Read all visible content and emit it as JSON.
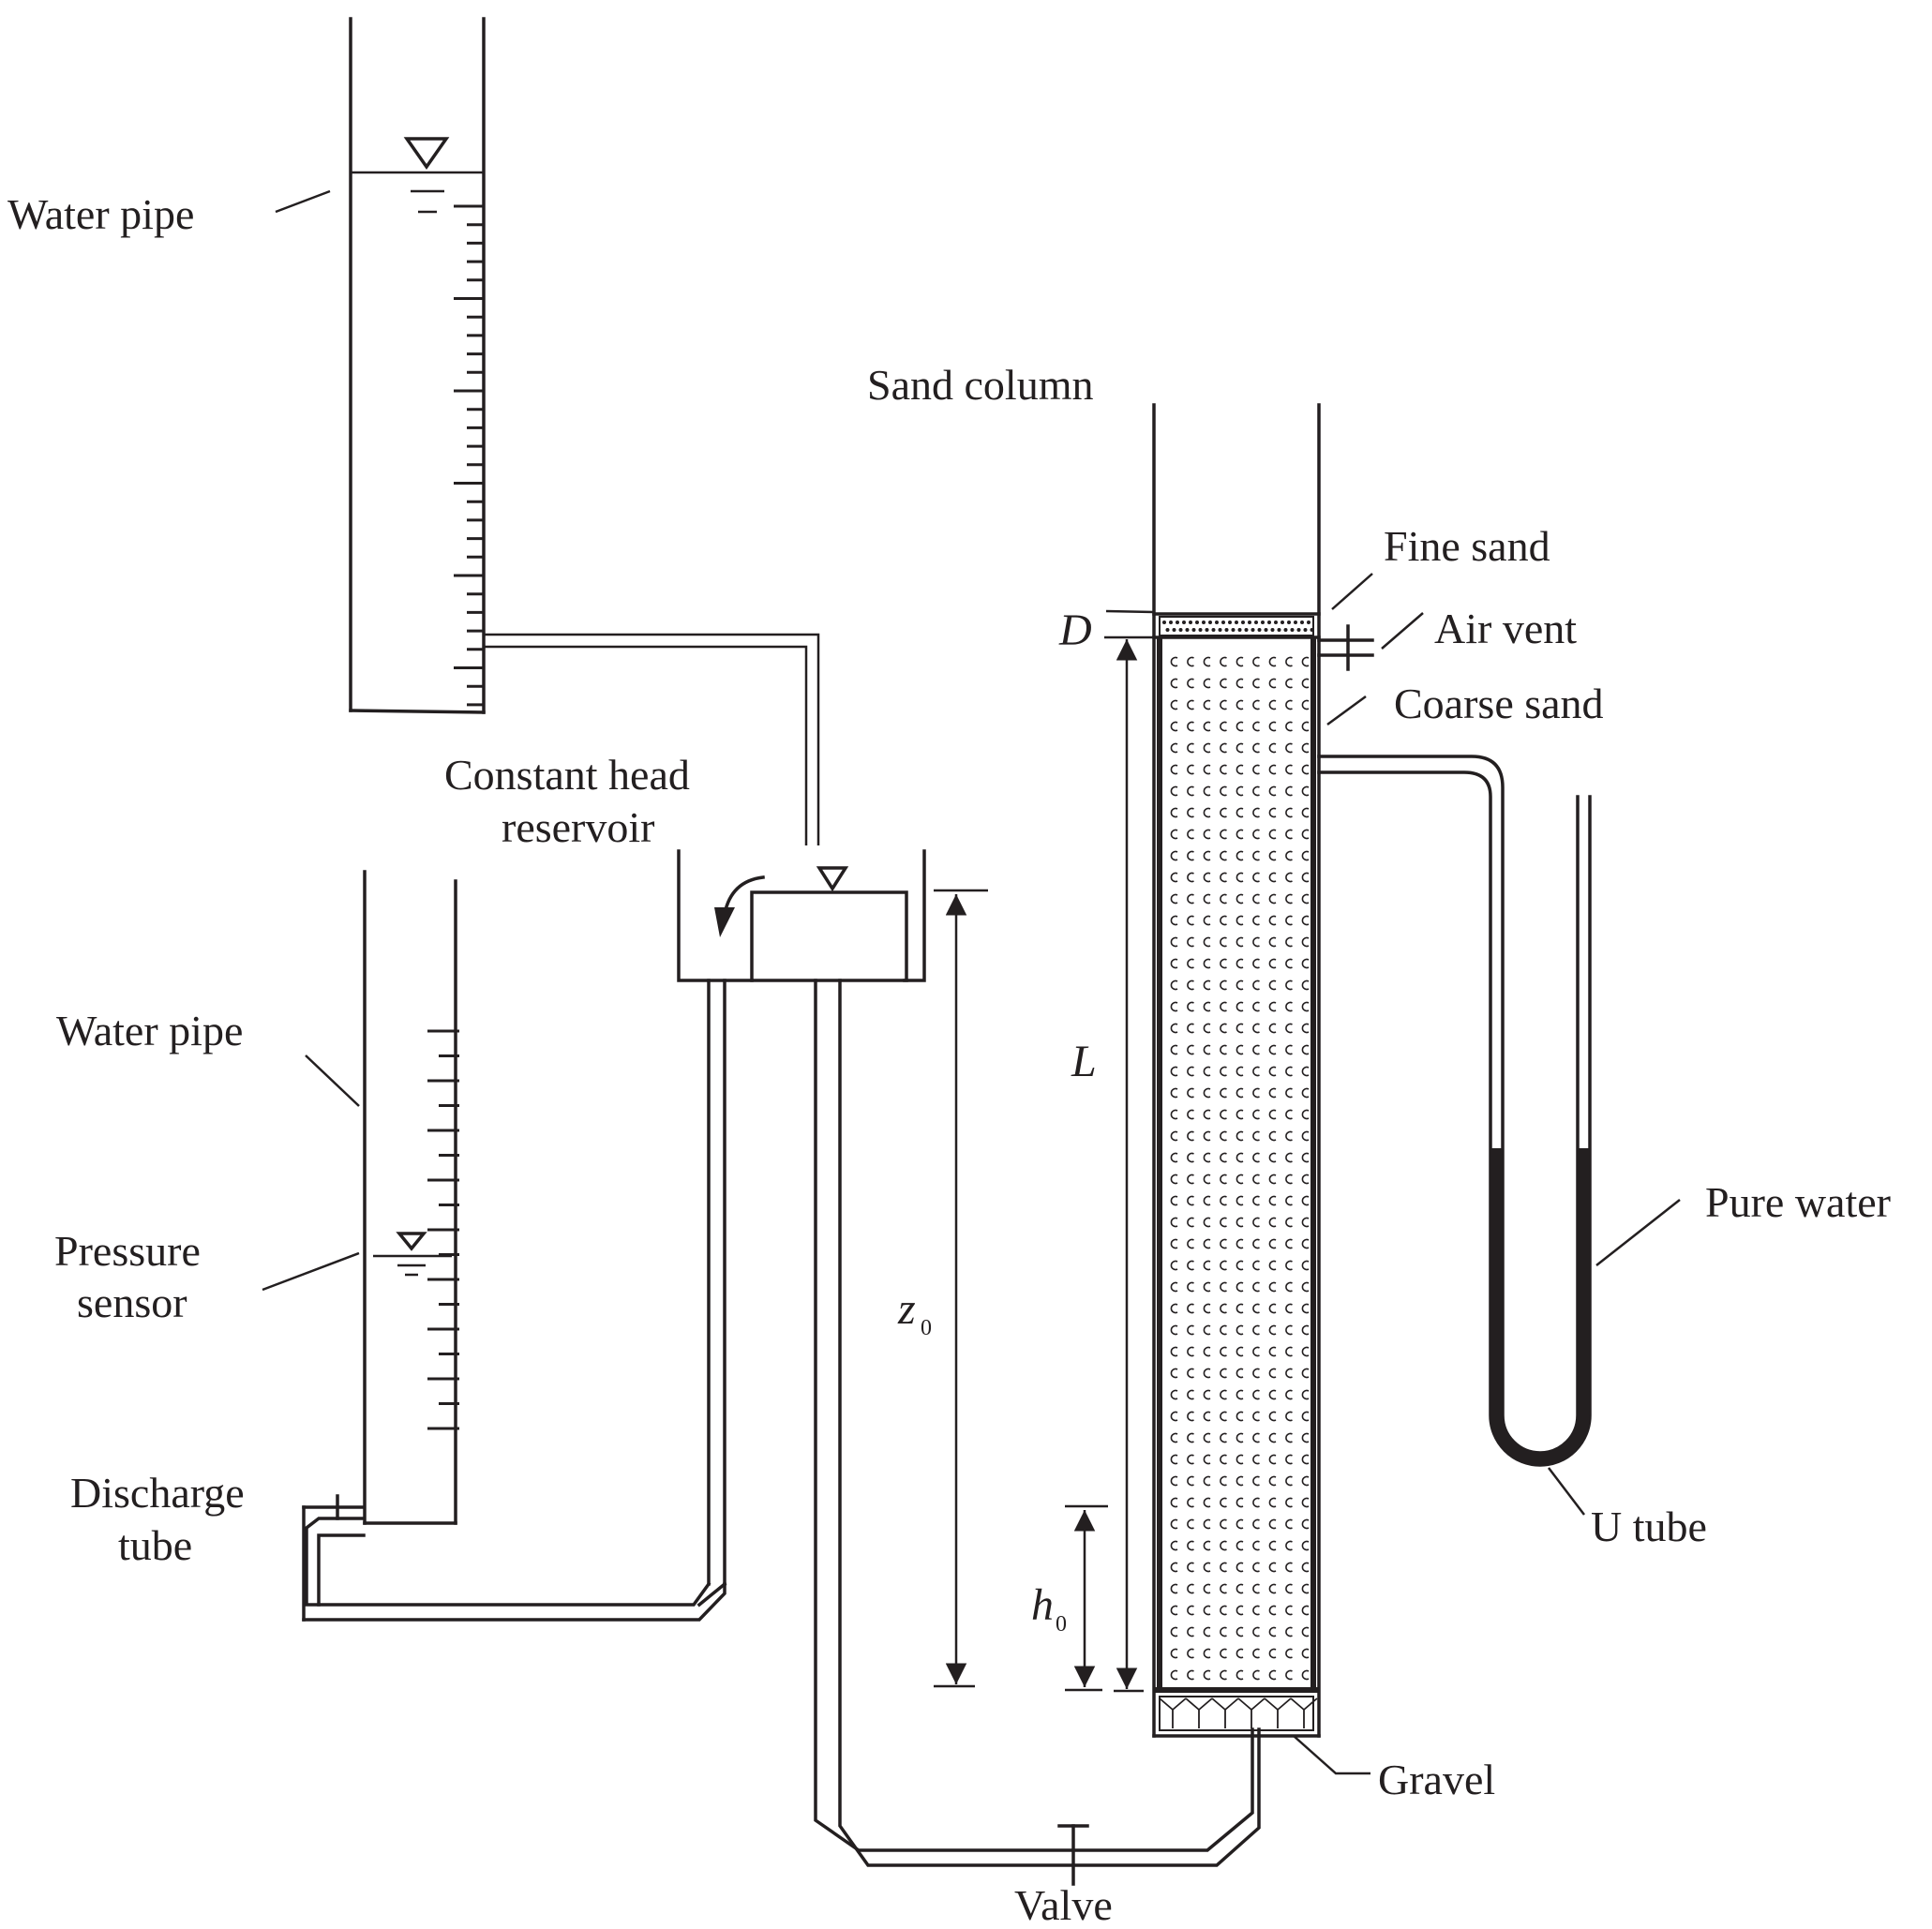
{
  "labels": {
    "water_pipe_top": "Water pipe",
    "water_pipe_bottom": "Water pipe",
    "pressure_sensor_line1": "Pressure",
    "pressure_sensor_line2": "sensor",
    "discharge_tube_line1": "Discharge",
    "discharge_tube_line2": "tube",
    "constant_head_line1": "Constant head",
    "constant_head_line2": "reservoir",
    "sand_column": "Sand column",
    "fine_sand": "Fine sand",
    "air_vent": "Air vent",
    "coarse_sand": "Coarse sand",
    "pure_water": "Pure water",
    "u_tube": "U tube",
    "gravel": "Gravel",
    "valve": "Valve"
  },
  "symbols": {
    "D": "D",
    "L": "L",
    "z": "z",
    "z_sub": "0",
    "h": "h",
    "h_sub": "0"
  },
  "colors": {
    "ink": "#231f20",
    "background": "#ffffff"
  }
}
